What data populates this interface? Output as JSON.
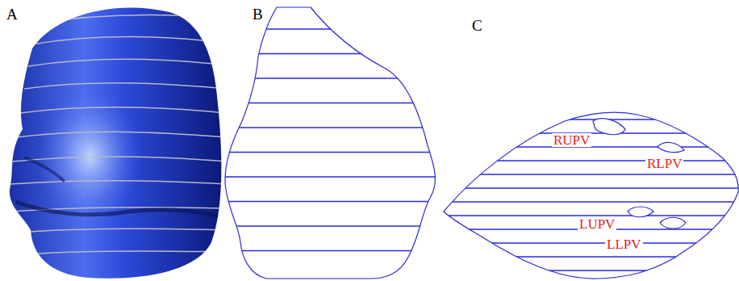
{
  "diagram": {
    "labels": [
      "A",
      "B",
      "C",
      "RUPV",
      "RLPV",
      "LUPV",
      "LLPV"
    ]
  }
}
